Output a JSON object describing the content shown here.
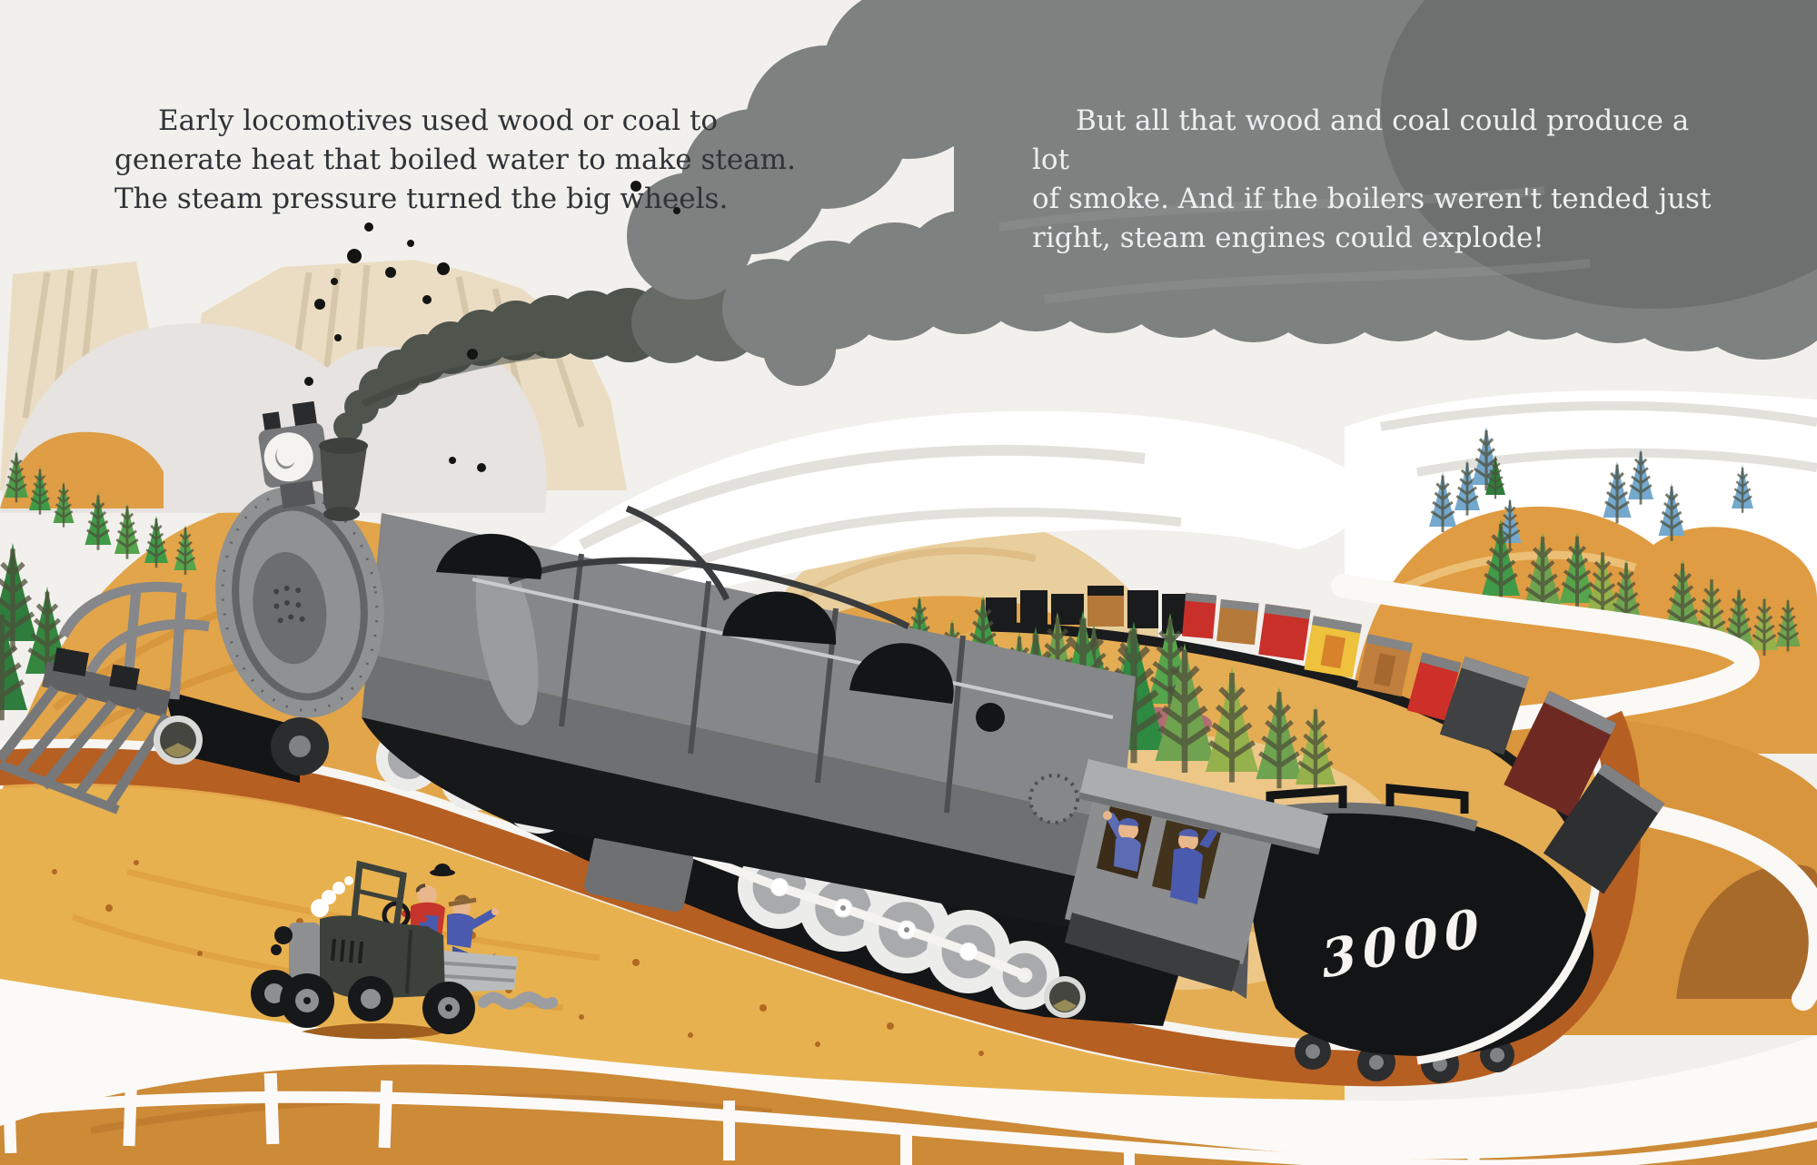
{
  "captions": {
    "left": {
      "lines": [
        "Early locomotives used wood or coal to",
        "generate heat that boiled water to make steam.",
        "The steam pressure turned the big wheels."
      ]
    },
    "right": {
      "lines": [
        "But all that wood and coal could produce a lot",
        "of smoke. And if the boilers weren't tended just",
        "right, steam engines could explode!"
      ]
    }
  },
  "locomotive": {
    "number": "3000"
  },
  "palette": {
    "sky": "#f2f0ec",
    "smoke_gray": "#7d8180",
    "smoke_dark_column": "#4f544d",
    "mesa_beige": "#ebddc4",
    "cloud_gray": "#e6e3e0",
    "hill_gold": "#e2a44a",
    "hill_deep_orange": "#cd8a37",
    "track_rust": "#b65f22",
    "loco_gray": "#85878a",
    "loco_black": "#141516",
    "wheel_white": "#ecedeb",
    "boxcar_red": "#c9302a",
    "boxcar_yellow": "#eec23c",
    "boxcar_brown": "#b5793a",
    "overalls_blue": "#4f5fae",
    "shirt_red": "#c5352c",
    "tree_green": "#3f9b47",
    "tree_blue": "#74a8cd",
    "text_dark": "#2f3337",
    "text_light": "#edeff0"
  }
}
